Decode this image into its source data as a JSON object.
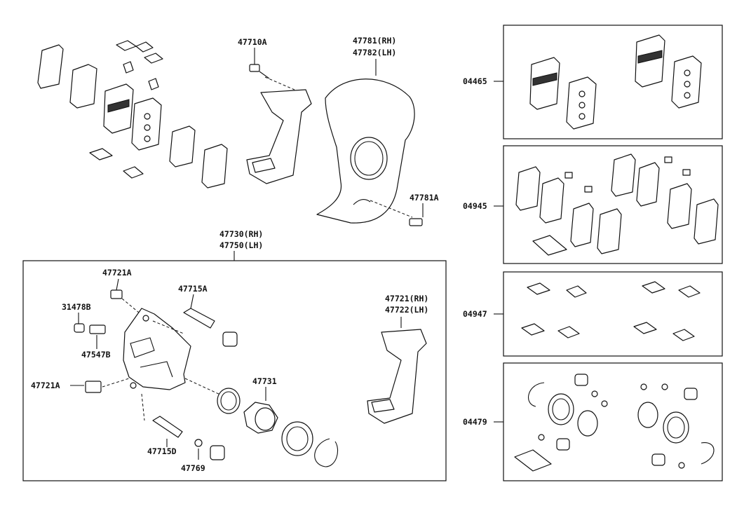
{
  "labels": {
    "p47710A": "47710A",
    "p47781": "47781(RH)",
    "p47782": "47782(LH)",
    "p47781A": "47781A",
    "p47730": "47730(RH)",
    "p47750": "47750(LH)",
    "p47721A_top": "47721A",
    "p31478B": "31478B",
    "p47547B": "47547B",
    "p47721A_left": "47721A",
    "p47715A": "47715A",
    "p47731": "47731",
    "p47715D": "47715D",
    "p47769": "47769",
    "p47721": "47721(RH)",
    "p47722": "47722(LH)",
    "k04465": "04465",
    "k04945": "04945",
    "k04947": "04947",
    "k04479": "04479"
  }
}
